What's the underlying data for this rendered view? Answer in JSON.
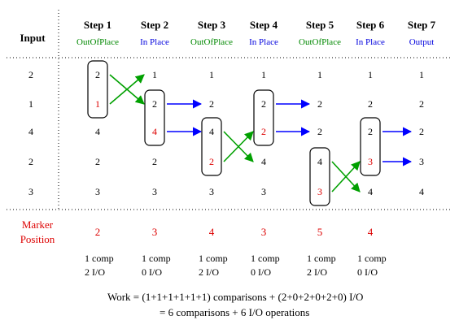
{
  "input_label": "Input",
  "input_values": [
    "2",
    "1",
    "4",
    "2",
    "3"
  ],
  "colors": {
    "green": "#008800",
    "blue": "#0000dd",
    "red": "#dd0000",
    "black": "#000000",
    "green_arrow": "#00a000",
    "blue_arrow": "#0000ff"
  },
  "steps": [
    {
      "title": "Step 1",
      "mode": "OutOfPlace",
      "mode_color": "green",
      "marker": "2",
      "comp": "1 comp",
      "io": "2 I/O",
      "values": [
        "2",
        "1",
        "4",
        "2",
        "3"
      ],
      "red_rows": [
        1
      ]
    },
    {
      "title": "Step 2",
      "mode": "In Place",
      "mode_color": "blue",
      "marker": "3",
      "comp": "1 comp",
      "io": "0 I/O",
      "values": [
        "1",
        "2",
        "4",
        "2",
        "3"
      ],
      "red_rows": [
        2
      ]
    },
    {
      "title": "Step 3",
      "mode": "OutOfPlace",
      "mode_color": "green",
      "marker": "4",
      "comp": "1 comp",
      "io": "2 I/O",
      "values": [
        "1",
        "2",
        "4",
        "2",
        "3"
      ],
      "red_rows": [
        3
      ]
    },
    {
      "title": "Step 4",
      "mode": "In Place",
      "mode_color": "blue",
      "marker": "3",
      "comp": "1 comp",
      "io": "0 I/O",
      "values": [
        "1",
        "2",
        "2",
        "4",
        "3"
      ],
      "red_rows": [
        2
      ]
    },
    {
      "title": "Step 5",
      "mode": "OutOfPlace",
      "mode_color": "green",
      "marker": "5",
      "comp": "1 comp",
      "io": "2 I/O",
      "values": [
        "1",
        "2",
        "2",
        "4",
        "3"
      ],
      "red_rows": [
        4
      ]
    },
    {
      "title": "Step 6",
      "mode": "In Place",
      "mode_color": "blue",
      "marker": "4",
      "comp": "1 comp",
      "io": "0 I/O",
      "values": [
        "1",
        "2",
        "2",
        "3",
        "4"
      ],
      "red_rows": [
        3
      ]
    },
    {
      "title": "Step 7",
      "mode": "Output",
      "mode_color": "blue",
      "values": [
        "1",
        "2",
        "2",
        "3",
        "4"
      ],
      "red_rows": []
    }
  ],
  "boxes": [
    {
      "step": 0,
      "rows": [
        0,
        1
      ]
    },
    {
      "step": 1,
      "rows": [
        1,
        2
      ]
    },
    {
      "step": 2,
      "rows": [
        2,
        3
      ]
    },
    {
      "step": 3,
      "rows": [
        1,
        2
      ]
    },
    {
      "step": 4,
      "rows": [
        3,
        4
      ]
    },
    {
      "step": 5,
      "rows": [
        2,
        3
      ]
    }
  ],
  "arrows": [
    {
      "from_step": 0,
      "from_row": 0,
      "to_step": 1,
      "to_row": 1,
      "color": "green_arrow"
    },
    {
      "from_step": 0,
      "from_row": 1,
      "to_step": 1,
      "to_row": 0,
      "color": "green_arrow"
    },
    {
      "from_step": 1,
      "from_row": 1,
      "to_step": 2,
      "to_row": 1,
      "color": "blue_arrow"
    },
    {
      "from_step": 1,
      "from_row": 2,
      "to_step": 2,
      "to_row": 2,
      "color": "blue_arrow"
    },
    {
      "from_step": 2,
      "from_row": 2,
      "to_step": 3,
      "to_row": 3,
      "color": "green_arrow"
    },
    {
      "from_step": 2,
      "from_row": 3,
      "to_step": 3,
      "to_row": 2,
      "color": "green_arrow"
    },
    {
      "from_step": 3,
      "from_row": 1,
      "to_step": 4,
      "to_row": 1,
      "color": "blue_arrow"
    },
    {
      "from_step": 3,
      "from_row": 2,
      "to_step": 4,
      "to_row": 2,
      "color": "blue_arrow"
    },
    {
      "from_step": 4,
      "from_row": 3,
      "to_step": 5,
      "to_row": 4,
      "color": "green_arrow"
    },
    {
      "from_step": 4,
      "from_row": 4,
      "to_step": 5,
      "to_row": 3,
      "color": "green_arrow"
    },
    {
      "from_step": 5,
      "from_row": 2,
      "to_step": 6,
      "to_row": 2,
      "color": "blue_arrow"
    },
    {
      "from_step": 5,
      "from_row": 3,
      "to_step": 6,
      "to_row": 3,
      "color": "blue_arrow"
    }
  ],
  "marker_label_line1": "Marker",
  "marker_label_line2": "Position",
  "work_line1": "Work = (1+1+1+1+1+1) comparisons + (2+0+2+0+2+0) I/O",
  "work_line2": "= 6 comparisons + 6 I/O operations"
}
